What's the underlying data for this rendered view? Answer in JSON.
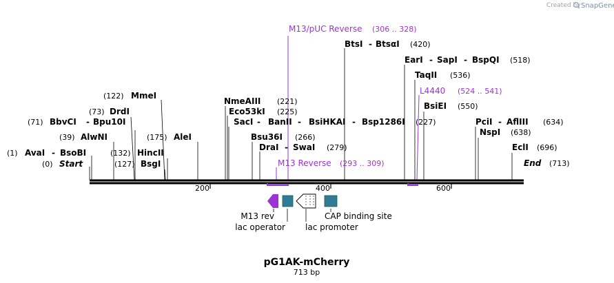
{
  "branding": {
    "created_by": "Created by",
    "app": "SnapGene"
  },
  "plasmid": {
    "name": "pG1AK-mCherry",
    "length_label": "713 bp"
  },
  "ruler": {
    "ticks": [
      "200",
      "400",
      "600"
    ]
  },
  "sites": {
    "ava": "AvaI",
    "bsob": "BsoBI",
    "ava_pos": "(1)",
    "start": "Start",
    "start_pos": "(0)",
    "alwn": "AlwNI",
    "alwn_pos": "(39)",
    "bbvc": "BbvCI",
    "bpu10": "Bpu10I",
    "bbvc_pos": "(71)",
    "drd": "DrdI",
    "drd_pos": "(73)",
    "mme": "MmeI",
    "mme_pos": "(122)",
    "hinc": "HincII",
    "hinc_pos": "(132)",
    "bsg": "BsgI",
    "bsg_pos": "(127)",
    "ale": "AleI",
    "ale_pos": "(175)",
    "nmea": "NmeAIII",
    "nmea_pos": "(221)",
    "eco53": "Eco53kI",
    "eco53_pos": "(225)",
    "sac": "SacI",
    "ban": "BanII",
    "bsihkai": "BsiHKAI",
    "bsp1286": "Bsp1286I",
    "sac_pos": "(227)",
    "bsu36": "Bsu36I",
    "bsu36_pos": "(266)",
    "dra": "DraI",
    "swa": "SwaI",
    "dra_pos": "(279)",
    "bts": "BtsI",
    "btsa": "BtsαI",
    "bts_pos": "(420)",
    "ear": "EarI",
    "sap": "SapI",
    "bspq": "BspQI",
    "ear_pos": "(518)",
    "taq": "TaqII",
    "taq_pos": "(536)",
    "bsie": "BsiEI",
    "bsie_pos": "(550)",
    "pci": "PciI",
    "afl3": "AflIII",
    "pci_pos": "(634)",
    "nsp": "NspI",
    "nsp_pos": "(638)",
    "ecl": "EclI",
    "ecl_pos": "(696)",
    "end": "End",
    "end_pos": "(713)"
  },
  "primers": {
    "m13puc": "M13/pUC Reverse",
    "m13puc_pos": "(306 .. 328)",
    "l4440": "L4440",
    "l4440_pos": "(524 .. 541)",
    "m13rev": "M13 Reverse",
    "m13rev_pos": "(293 .. 309)"
  },
  "features": {
    "m13rev": "M13 rev",
    "lac_operator": "lac operator",
    "lac_promoter": "lac promoter",
    "cap": "CAP binding site"
  },
  "colors": {
    "primer": "#9d33d4",
    "feature_box": "#2e7d94",
    "backbone": "#000000"
  }
}
